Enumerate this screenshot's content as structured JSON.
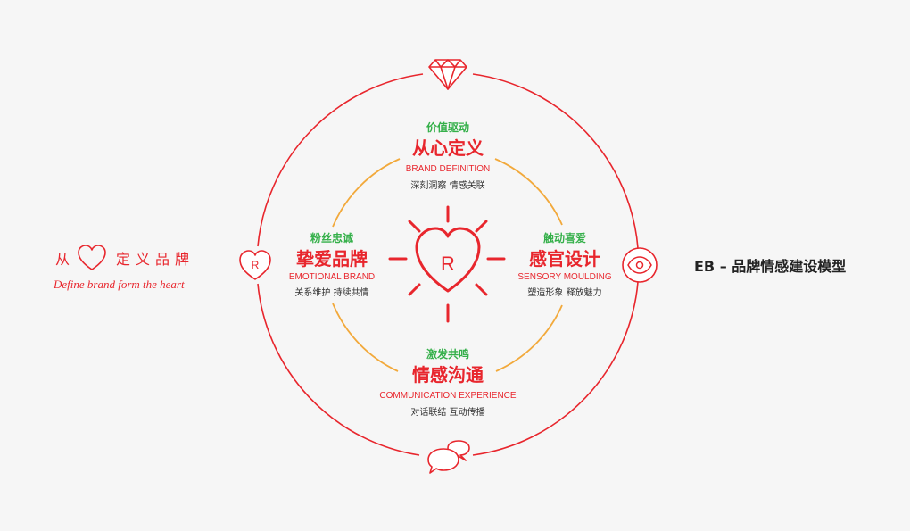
{
  "left": {
    "cn_left": "从",
    "cn_right": "定义品牌",
    "en": "Define brand form the heart"
  },
  "right": {
    "title": "EB – 品牌情感建设模型"
  },
  "center": {
    "letter": "R"
  },
  "nodes": {
    "top": {
      "label": "价值驱动",
      "title": "从心定义",
      "en": "BRAND DEFINITION",
      "desc": "深刻洞察   情感关联"
    },
    "left": {
      "label": "粉丝忠诚",
      "title": "挚爱品牌",
      "en": "EMOTIONAL BRAND",
      "desc": "关系维护   持续共情"
    },
    "right": {
      "label": "触动喜爱",
      "title": "感官设计",
      "en": "SENSORY MOULDING",
      "desc": "塑造形象   释放魅力"
    },
    "bottom": {
      "label": "激发共鸣",
      "title": "情感沟通",
      "en": "COMMUNICATION EXPERIENCE",
      "desc": "对话联结   互动传播"
    }
  },
  "badge": {
    "letter": "R"
  },
  "colors": {
    "red": "#e8262d",
    "orange": "#f2a93b",
    "green": "#35b04a",
    "dark": "#222222"
  }
}
